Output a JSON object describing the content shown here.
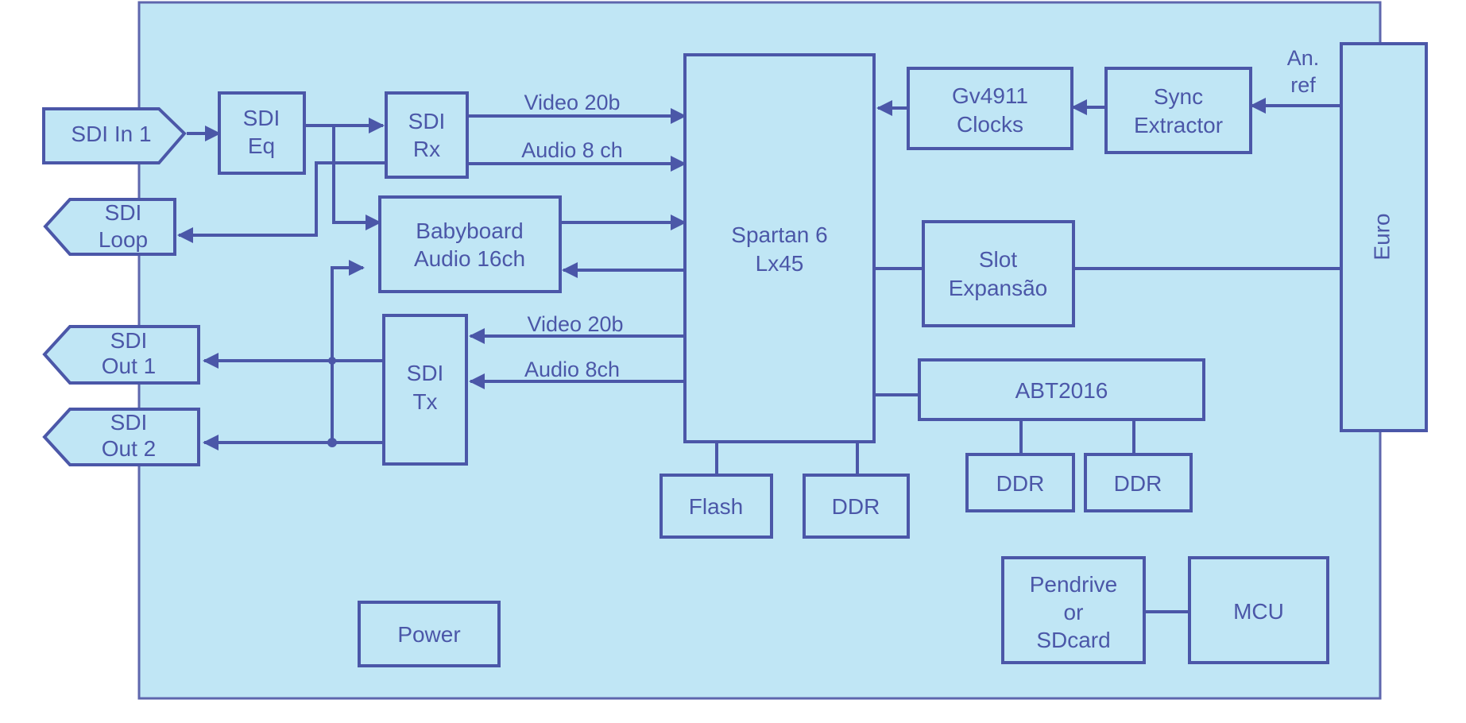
{
  "diagram": {
    "connectors": {
      "sdi_in_1": "SDI In 1",
      "sdi_loop": [
        "SDI",
        "Loop"
      ],
      "sdi_out_1": [
        "SDI",
        "Out 1"
      ],
      "sdi_out_2": [
        "SDI",
        "Out 2"
      ]
    },
    "blocks": {
      "sdi_eq": [
        "SDI",
        "Eq"
      ],
      "sdi_rx": [
        "SDI",
        "Rx"
      ],
      "babyboard": [
        "Babyboard",
        "Audio 16ch"
      ],
      "sdi_tx": [
        "SDI",
        "Tx"
      ],
      "fpga": [
        "Spartan 6",
        "Lx45"
      ],
      "clocks": [
        "Gv4911",
        "Clocks"
      ],
      "sync": [
        "Sync",
        "Extractor"
      ],
      "euro": "Euro",
      "slot": [
        "Slot",
        "Expansão"
      ],
      "abt": "ABT2016",
      "ddr_a": "DDR",
      "ddr_b": "DDR",
      "flash": "Flash",
      "ddr_fpga": "DDR",
      "pendrive": [
        "Pendrive",
        "or",
        "SDcard"
      ],
      "mcu": "MCU",
      "power": "Power"
    },
    "signals": {
      "rx_video": "Video 20b",
      "rx_audio": "Audio 8 ch",
      "tx_video": "Video 20b",
      "tx_audio": "Audio 8ch",
      "ref": [
        "An.",
        "ref"
      ]
    },
    "colors": {
      "fill": "#c0e6f5",
      "stroke": "#4b57a8",
      "background": "#ffffff"
    }
  }
}
